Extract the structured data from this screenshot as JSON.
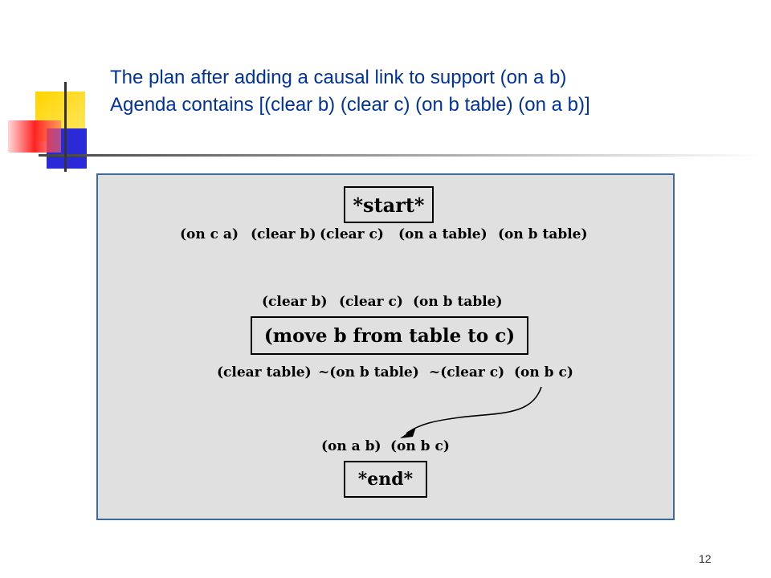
{
  "slide": {
    "title_line1": "The plan after adding a causal link to support (on a b)",
    "title_line2": "Agenda contains [(clear b) (clear c) (on b table) (on a b)]",
    "page_number": "12"
  },
  "diagram": {
    "start_node": "*start*",
    "start_effects": [
      "(on c a)",
      "(clear b)",
      "(clear c)",
      "(on a table)",
      "(on b table)"
    ],
    "move_preconditions": [
      "(clear b)",
      "(clear c)",
      "(on b table)"
    ],
    "move_node": "(move b from table to c)",
    "move_effects": [
      "(clear table)",
      "~(on b table)",
      "~(clear c)",
      "(on b c)"
    ],
    "end_preconditions": [
      "(on a b)",
      "(on b c)"
    ],
    "end_node": "*end*"
  },
  "colors": {
    "title": "#003399",
    "panel_bg": "#e0e0e0",
    "panel_border": "#3a6a9a"
  }
}
